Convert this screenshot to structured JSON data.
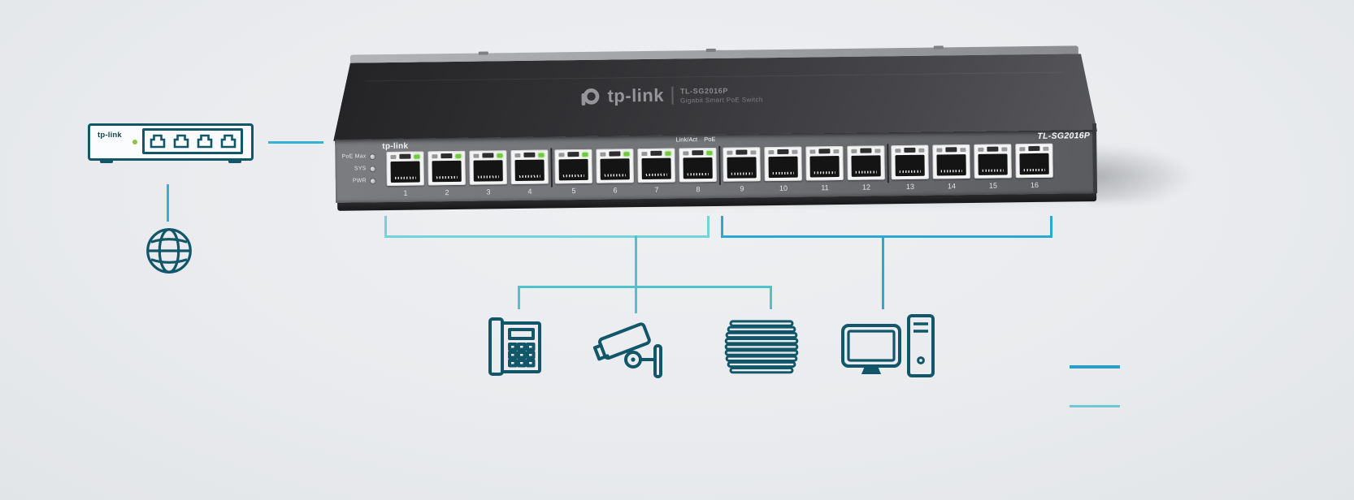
{
  "scene": {
    "background": "#e9ebee",
    "colors": {
      "icon_teal": "#115669",
      "bracket_cyan": "#74d2da",
      "connector_teal": "#4fc3cc",
      "bracket_blue": "#2ba7d1",
      "cable_blue": "#35b1d6",
      "accent_line_top": "#2b9dc7",
      "accent_line_bottom": "#70c9d2",
      "poe_led_green": "#6fc93f"
    }
  },
  "router": {
    "brand": "tp-link"
  },
  "switch": {
    "top_brand": "tp-link",
    "top_model": "TL-SG2016P",
    "top_subtitle": "Gigabit Smart PoE Switch",
    "panel_brand": "tp-link",
    "panel_model": "TL-SG2016P",
    "led_labels": [
      "PoE Max",
      "SYS",
      "PWR"
    ],
    "port_header_left": "Link/Act",
    "port_header_right": "PoE",
    "poe_port_count": 8,
    "ports": [
      "1",
      "2",
      "3",
      "4",
      "5",
      "6",
      "7",
      "8",
      "9",
      "10",
      "11",
      "12",
      "13",
      "14",
      "15",
      "16"
    ]
  },
  "devices": {
    "internet": "globe-icon",
    "phone": "ip-phone-icon",
    "camera": "cctv-camera-icon",
    "ap_stack": "disc-stack-icon",
    "computer": "desktop-pc-icon"
  }
}
